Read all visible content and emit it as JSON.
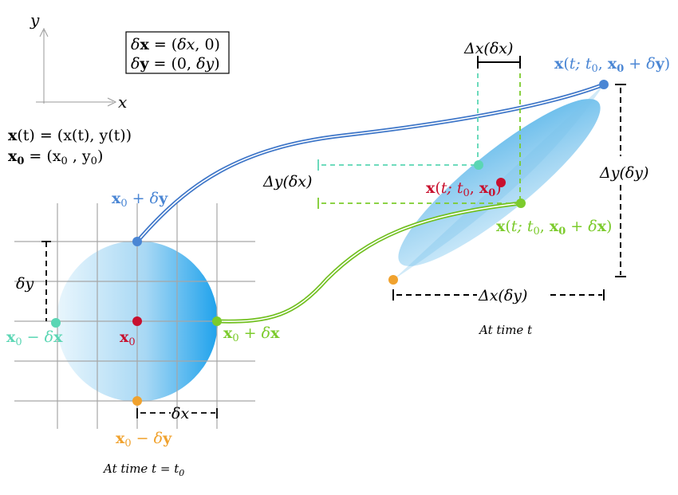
{
  "colors": {
    "blue": "#4A86D4",
    "green": "#7CCB2C",
    "teal": "#5BD6B4",
    "orange": "#F0A22E",
    "red": "#C8102E",
    "grid": "#A6A6A6",
    "circle_dark": "#1FA2EC",
    "circle_light": "#E6F4FC"
  },
  "axes": {
    "x": "x",
    "y": "y"
  },
  "deltas_box": {
    "line1": {
      "v": "δx",
      "eq": " = (",
      "a": "δx",
      "b": ", 0)"
    },
    "line2": {
      "v": "δy",
      "eq": " = (0, ",
      "a": "δy",
      "b": ")"
    }
  },
  "equations": {
    "e1": {
      "lhs": "x",
      "rhs": "(t) = (x(t), y(t))"
    },
    "e2": {
      "lhs": "x",
      "sub": "0",
      "rhs": " = (x",
      "rsub": "0",
      "rtail": " , y",
      "rsub2": "0",
      "end": ")"
    }
  },
  "circle_labels": {
    "top": {
      "base": "x",
      "sub": "0",
      "op": " + ",
      "d": "δy"
    },
    "left": {
      "base": "x",
      "sub": "0",
      "op": " − ",
      "d": "δx"
    },
    "center": {
      "base": "x",
      "sub": "0"
    },
    "right": {
      "base": "x",
      "sub": "0",
      "op": " + ",
      "d": "δx"
    },
    "bottom": {
      "base": "x",
      "sub": "0",
      "op": " − ",
      "d": "δy"
    }
  },
  "scale_labels": {
    "dy": "δy",
    "dx": "δx"
  },
  "time_labels": {
    "left": "At time t = t",
    "left_sub": "0",
    "right": "At time t"
  },
  "ellipse_labels": {
    "top_right": {
      "pre": "x(",
      "t": "t;",
      "t0": " t",
      "sub": "0",
      "sep": ", ",
      "base": "x",
      "sub2": "0",
      "op": " + ",
      "d": "δy",
      "end": ")"
    },
    "center": {
      "pre": "x(",
      "t": "t;",
      "t0": " t",
      "sub": "0",
      "sep": ", ",
      "base": "x",
      "sub2": "0",
      "end": ")"
    },
    "green": {
      "pre": "x(",
      "t": "t;",
      "t0": " t",
      "sub": "0",
      "sep": ", ",
      "base": "x",
      "sub2": "0",
      "op": " + ",
      "d": "δx",
      "end": ")"
    }
  },
  "measure_labels": {
    "dx_dx": "Δx(δx)",
    "dy_dx": "Δy(δx)",
    "dy_dy": "Δy(δy)",
    "dx_dy": "Δx(δy)"
  }
}
